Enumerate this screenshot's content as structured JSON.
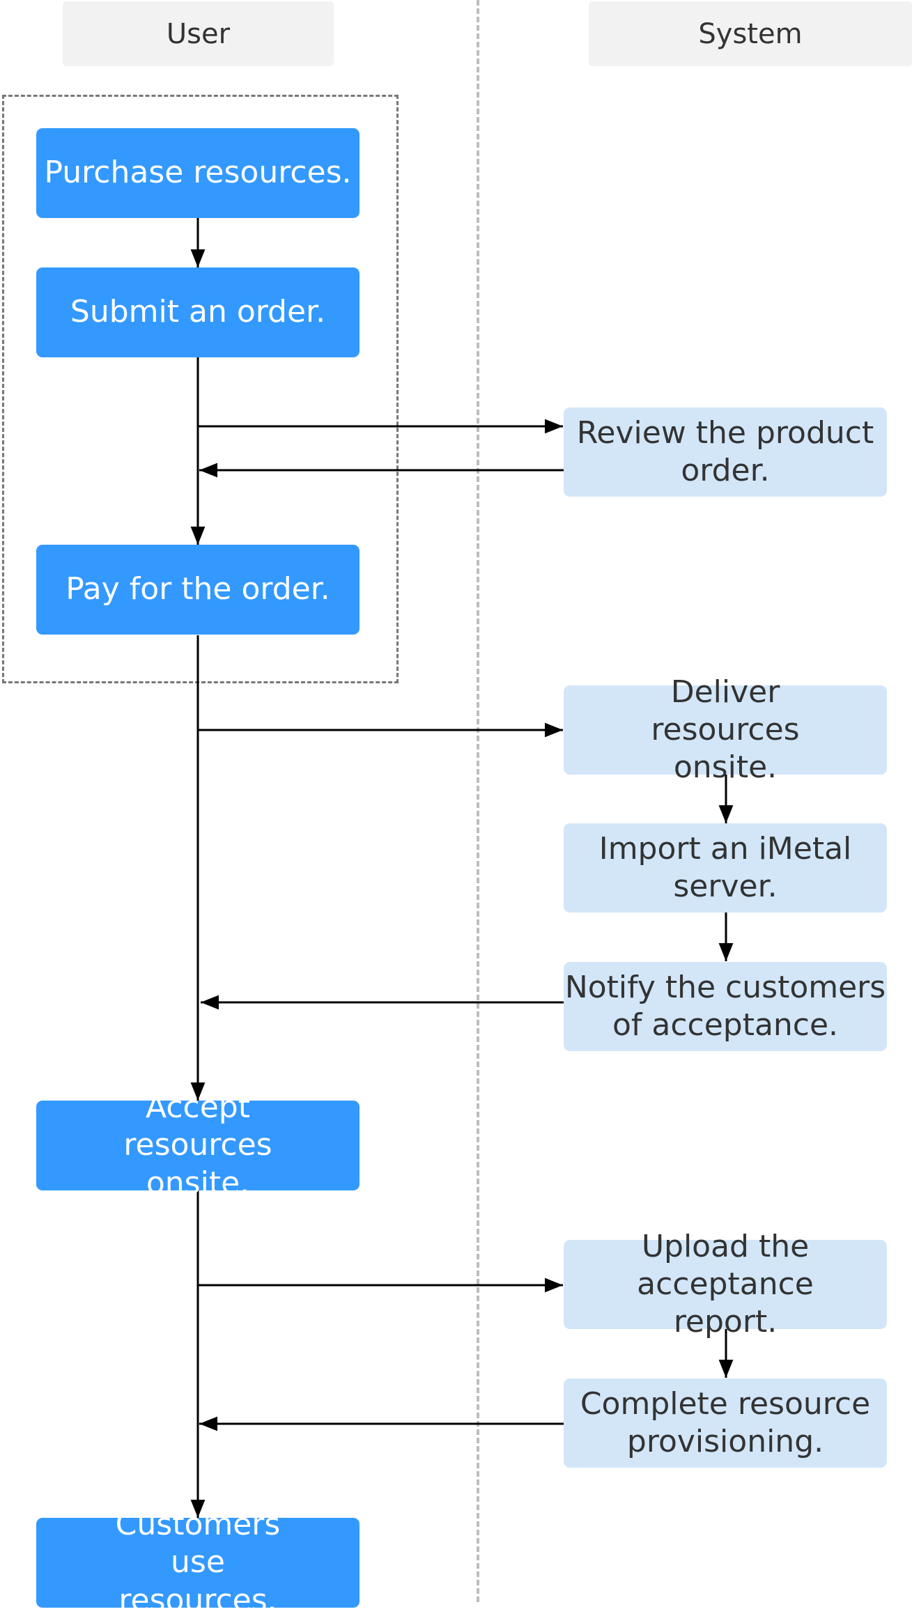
{
  "lanes": {
    "user": "User",
    "system": "System"
  },
  "steps": {
    "purchase": "Purchase resources.",
    "submit": "Submit an order.",
    "review": "Review the product order.",
    "pay": "Pay for the order.",
    "deliver": "Deliver resources onsite.",
    "import": "Import an iMetal server.",
    "notify": "Notify the customers of acceptance.",
    "accept": "Accept resources onsite.",
    "upload": "Upload the acceptance report.",
    "complete": "Complete resource provisioning.",
    "use": "Customers use resources."
  },
  "colors": {
    "user_step": "#3399ff",
    "system_step": "#d2e6f8",
    "lane_header": "#f2f2f2",
    "arrow": "#000000"
  }
}
